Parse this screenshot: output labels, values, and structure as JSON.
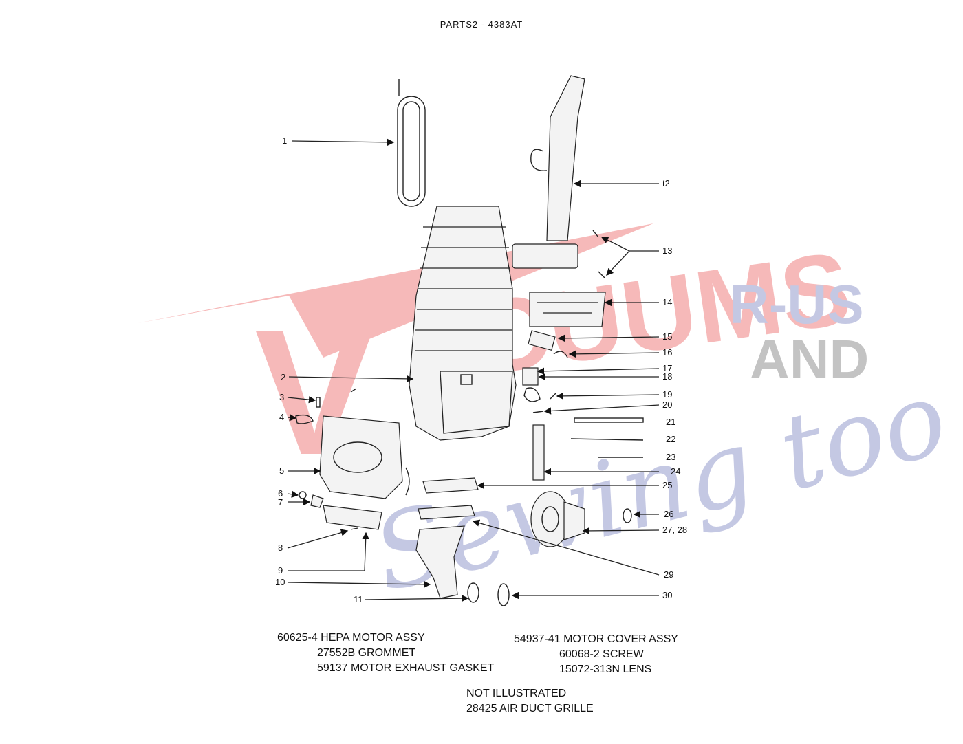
{
  "page": {
    "title": "PARTS2 - 4383AT"
  },
  "watermark": {
    "line1": "ACUUMS",
    "line1_initial": "V",
    "line2": "R-US",
    "line3": "AND",
    "line4": "Sewing too",
    "colors": {
      "red": "#e83a3a",
      "gray": "#8a8a8a",
      "blue": "#5a63b0"
    }
  },
  "callouts": [
    "1",
    "2",
    "3",
    "4",
    "5",
    "6",
    "7",
    "8",
    "9",
    "10",
    "11",
    "t2",
    "13",
    "14",
    "15",
    "16",
    "17",
    "18",
    "19",
    "20",
    "21",
    "22",
    "23",
    "24",
    "25",
    "26",
    "27, 28",
    "29",
    "30"
  ],
  "parts_left": [
    "60625-4 HEPA MOTOR ASSY",
    "27552B GROMMET",
    "59137 MOTOR EXHAUST GASKET"
  ],
  "parts_right": [
    "54937-41 MOTOR COVER ASSY",
    "60068-2 SCREW",
    "15072-313N LENS"
  ],
  "not_illustrated": {
    "heading": "NOT ILLUSTRATED",
    "items": [
      "28425 AIR DUCT GRILLE"
    ]
  }
}
